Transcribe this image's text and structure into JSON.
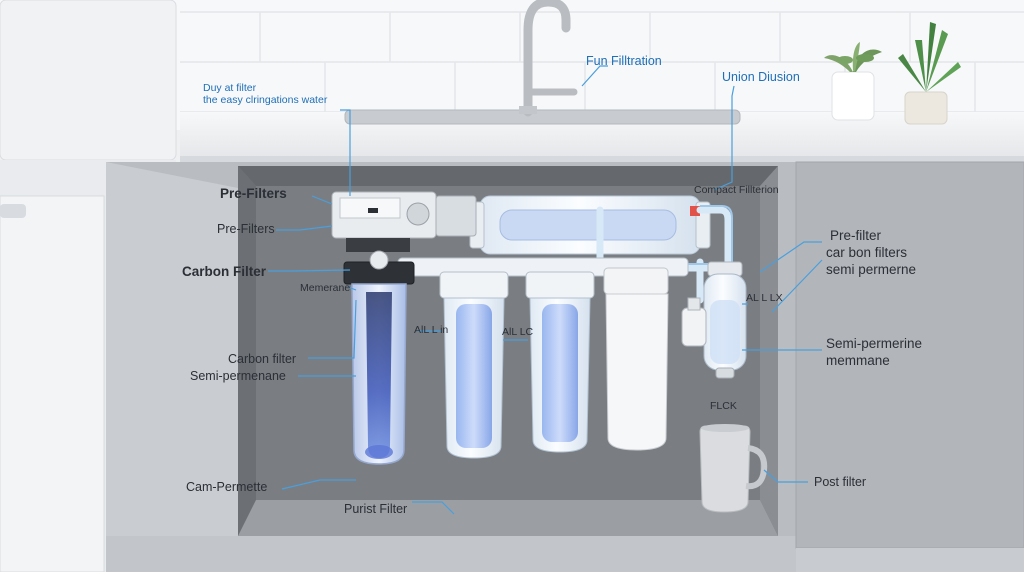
{
  "labels": {
    "fun_filtration": "Fun Filltration",
    "union_diusion": "Union Diusion",
    "duy_at_filter_line1": "Duy at filter",
    "duy_at_filter_line2": "the easy clringations water",
    "compact_filterion": "Compact Fillterion",
    "pre_filters_main": "Pre-Filters",
    "pre_filters_small": "Pre-Filters",
    "carbon_filter": "Carbon Filter",
    "memerane": "Memerane",
    "all_in": "AlL L in",
    "all_lc": "AlL LC",
    "carbon_filter_lower": "Carbon filter",
    "semi_permenane": "Semi-permenane",
    "cam_permette": "Cam-Permette",
    "purist_filter": "Purist Filter",
    "pre_filter_right_line1": "Pre-filter",
    "pre_filter_right_line2": "car bon filters",
    "pre_filter_right_line3": "semi permerne",
    "all_l_lx": "AL L LX",
    "semi_permerine_line1": "Semi-permerine",
    "semi_permerine_line2": "memmane",
    "flck": "FLCK",
    "post_filter": "Post filter"
  },
  "colors": {
    "callout_line": "#4a9fdc",
    "label_text": "#2b2f36",
    "blue_label": "#1f6fb8",
    "cabinet": "#a9adb3",
    "cabinet_interior": "#707479",
    "countertop": "#f2f3f4",
    "tile_wall": "#f7f8f9",
    "filter_housing": "#f4f8fc",
    "blue_water": "#6f8fe0",
    "pipe": "#cfe5f7"
  },
  "icons": {
    "faucet": "faucet-icon",
    "plant": "plant-icon",
    "mug": "mug-icon"
  }
}
